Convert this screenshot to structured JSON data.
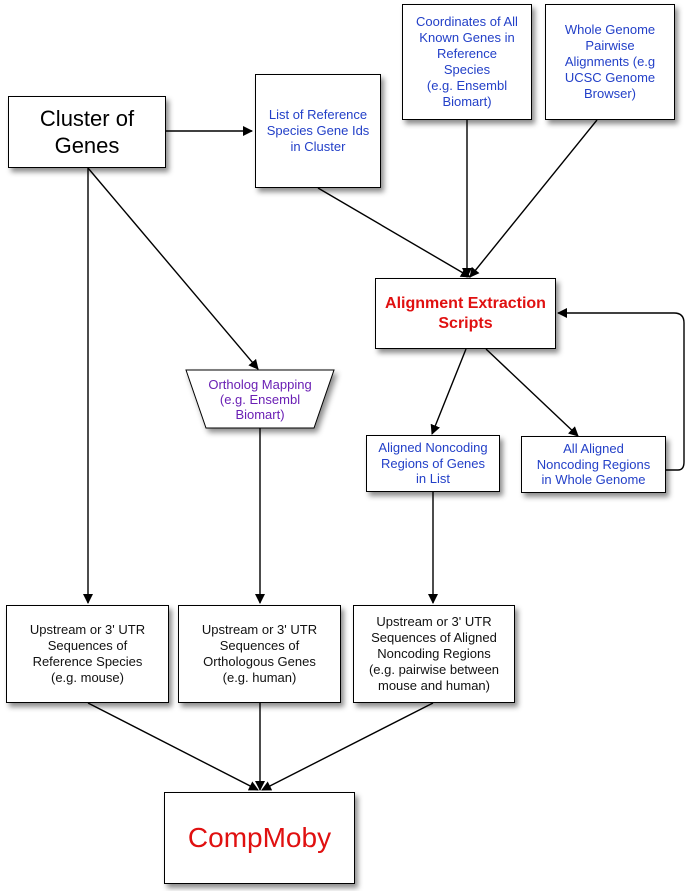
{
  "nodes": {
    "cluster": "Cluster of\nGenes",
    "gene_ids": "List of Reference\nSpecies Gene Ids\nin Cluster",
    "coords": "Coordinates of All\nKnown Genes in\nReference\nSpecies\n(e.g. Ensembl\nBiomart)",
    "whole_genome": "Whole Genome\nPairwise\nAlignments (e.g\nUCSC Genome\nBrowser)",
    "extraction": "Alignment Extraction\nScripts",
    "ortholog": "Ortholog Mapping\n(e.g. Ensembl\nBiomart)",
    "aligned_list": "Aligned Noncoding\nRegions of Genes\nin List",
    "aligned_all": "All Aligned\nNoncoding Regions\nin Whole Genome",
    "seq_ref": "Upstream or 3' UTR\nSequences of\nReference Species\n(e.g. mouse)",
    "seq_orth": "Upstream or 3' UTR\nSequences of\nOrthologous Genes\n(e.g. human)",
    "seq_aligned": "Upstream or 3' UTR\nSequences of Aligned\nNoncoding Regions\n(e.g. pairwise between\nmouse and human)",
    "compmoby": "CompMoby"
  },
  "colors": {
    "blue_text": "#2340c8",
    "purple_text": "#6a1fb4",
    "red_text": "#e01010"
  }
}
